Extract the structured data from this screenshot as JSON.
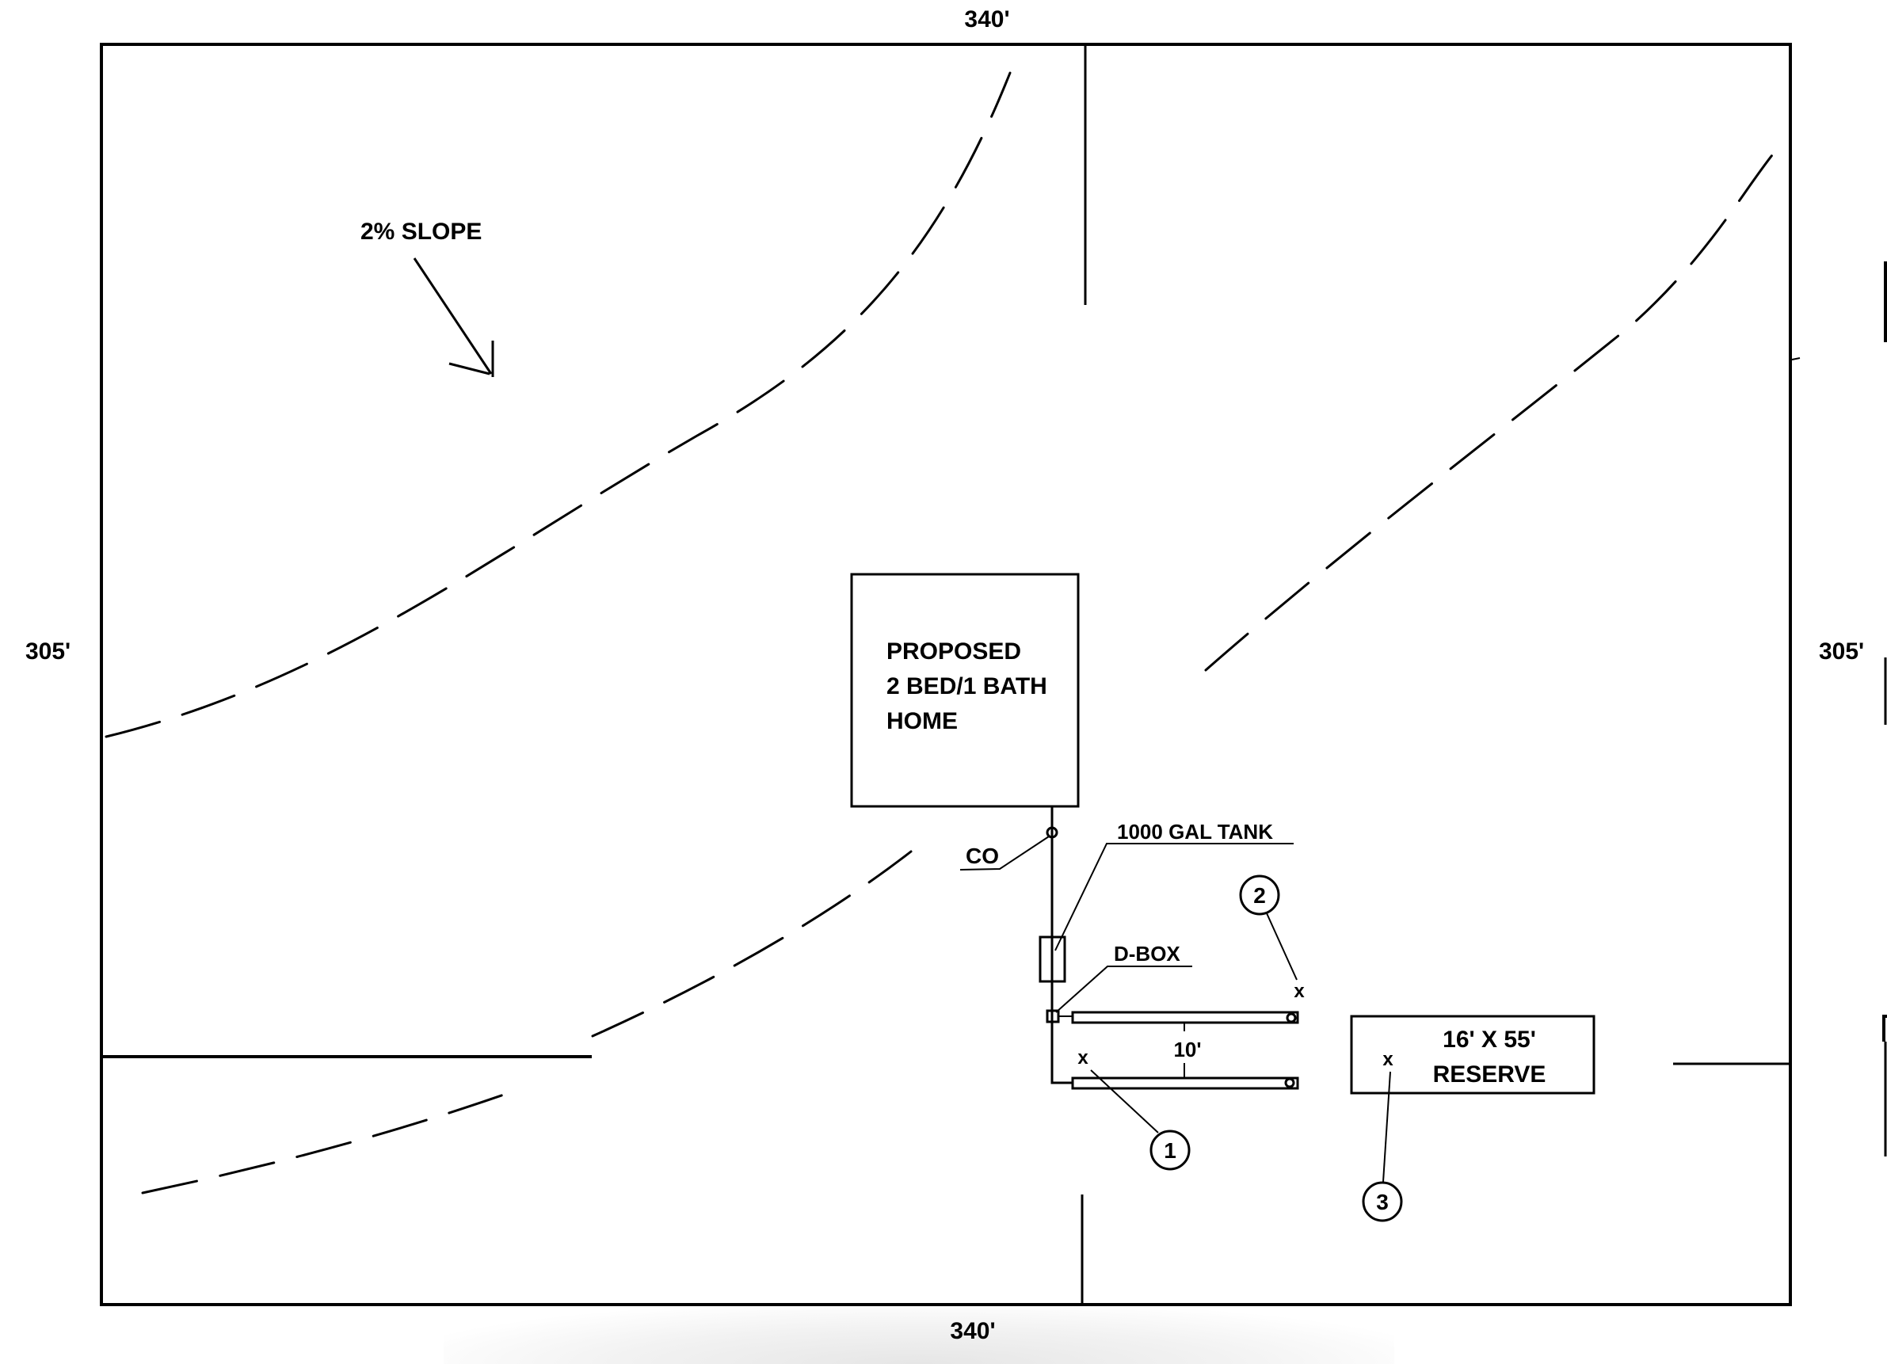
{
  "dimensions": {
    "top": "340'",
    "bottom": "340'",
    "left": "305'",
    "right": "305'"
  },
  "slope": {
    "label": "2% SLOPE"
  },
  "home": {
    "lines": [
      "PROPOSED",
      "2 BED/1 BATH",
      "HOME"
    ]
  },
  "septic": {
    "cleanout_label": "CO",
    "tank_label": "1000 GAL TANK",
    "dbox_label": "D-BOX",
    "trench_spacing_label": "10'"
  },
  "reserve": {
    "lines": [
      "16' X 55'",
      "RESERVE"
    ]
  },
  "test_holes": [
    {
      "number": "1",
      "marker": "x"
    },
    {
      "number": "2",
      "marker": "x"
    },
    {
      "number": "3",
      "marker": "x"
    }
  ],
  "colors": {
    "ink": "#000000",
    "paper": "#ffffff"
  }
}
